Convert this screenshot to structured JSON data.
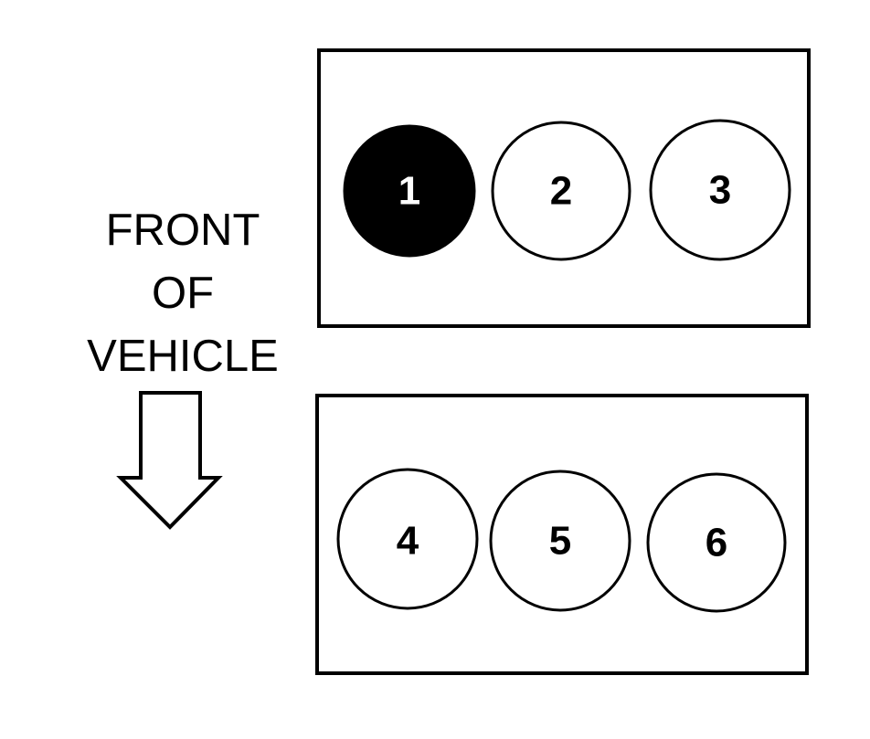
{
  "orientation_label": {
    "line1": "FRONT",
    "line2": "OF",
    "line3": "VEHICLE"
  },
  "banks": [
    {
      "cylinders": [
        {
          "number": "1",
          "highlighted": true
        },
        {
          "number": "2",
          "highlighted": false
        },
        {
          "number": "3",
          "highlighted": false
        }
      ]
    },
    {
      "cylinders": [
        {
          "number": "4",
          "highlighted": false
        },
        {
          "number": "5",
          "highlighted": false
        },
        {
          "number": "6",
          "highlighted": false
        }
      ]
    }
  ],
  "colors": {
    "stroke": "#000000",
    "background": "#ffffff",
    "highlight_fill": "#000000",
    "highlight_text": "#ffffff"
  },
  "arrow_icon": "down-arrow-icon"
}
